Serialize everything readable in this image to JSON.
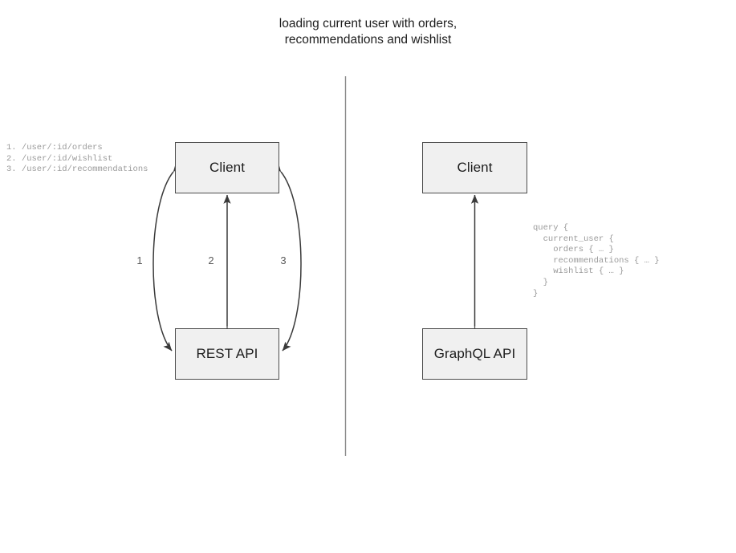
{
  "title": {
    "line1": "loading current user with orders,",
    "line2": "recommendations and wishlist"
  },
  "divider": {
    "name": "vertical-divider",
    "color": "#808080"
  },
  "rest_side": {
    "client_label": "Client",
    "api_label": "REST API",
    "endpoints": "1. /user/:id/orders\n2. /user/:id/wishlist\n3. /user/:id/recommendations",
    "edges": [
      {
        "label": "1",
        "shape": "curve-left"
      },
      {
        "label": "2",
        "shape": "straight"
      },
      {
        "label": "3",
        "shape": "curve-right"
      }
    ]
  },
  "graphql_side": {
    "client_label": "Client",
    "api_label": "GraphQL API",
    "query": "query {\n  current_user {\n    orders { … }\n    recommendations { … }\n    wishlist { … }\n  }\n}",
    "edges": [
      {
        "label": "",
        "shape": "straight"
      }
    ]
  },
  "style": {
    "box_fill": "#f0f0f0",
    "box_border": "#4d4d4d",
    "text_color": "#1d1d1d",
    "mono_color": "#9a9a9a",
    "edge_color": "#3a3a3a"
  }
}
